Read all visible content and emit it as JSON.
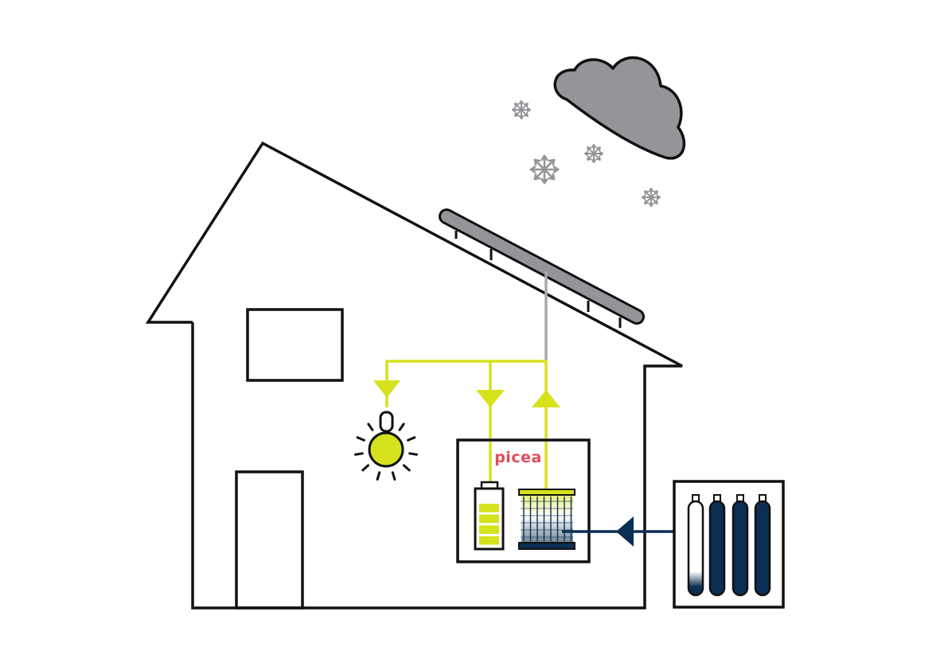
{
  "diagram": {
    "brand": {
      "label": "picea"
    },
    "colors": {
      "outline": "#111111",
      "energy_flow": "#d6e21c",
      "hydrogen_flow": "#0b2f52",
      "cloud": "#939598",
      "snow": "#939598",
      "solar_panel": "#939598",
      "solar_cable": "#a7a9ac",
      "brand": "#e04b5b"
    },
    "icons": {
      "weather": "snow-cloud-icon",
      "snowflake": "snowflake-icon",
      "lamp": "light-bulb-icon",
      "battery": "battery-icon",
      "electrolyser": "electrolyser-icon",
      "hydrogen_tanks": "hydrogen-tank-icon"
    },
    "battery_charge_fraction": 0.8,
    "hydrogen_tanks": [
      {
        "fill_fraction": 0.17
      },
      {
        "fill_fraction": 1.0
      },
      {
        "fill_fraction": 1.0
      },
      {
        "fill_fraction": 1.0
      }
    ]
  }
}
